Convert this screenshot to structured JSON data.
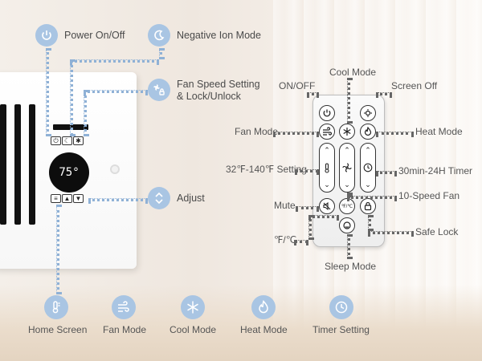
{
  "heater": {
    "display_temp": "75°"
  },
  "callouts": {
    "power": "Power On/Off",
    "negative_ion": "Negative Ion Mode",
    "fan_speed_line1": "Fan Speed Setting",
    "fan_speed_line2": "& Lock/Unlock",
    "adjust": "Adjust"
  },
  "remote": {
    "on_off": "ON/OFF",
    "cool_mode": "Cool Mode",
    "screen_off": "Screen Off",
    "fan_mode": "Fan Mode",
    "heat_mode": "Heat Mode",
    "temp_setting": "32℉-140℉ Setting",
    "timer": "30min-24H Timer",
    "ten_speed_fan": "10-Speed Fan",
    "mute": "Mute",
    "unit_toggle": "℉/℃",
    "safe_lock": "Safe Lock",
    "sleep_mode": "Sleep Mode",
    "unit_button": "℉/℃"
  },
  "bottom_modes": [
    {
      "label": "Home Screen",
      "icon": "thermometer-icon"
    },
    {
      "label": "Fan Mode",
      "icon": "fan-wind-icon"
    },
    {
      "label": "Cool Mode",
      "icon": "snowflake-icon"
    },
    {
      "label": "Heat Mode",
      "icon": "flame-icon"
    },
    {
      "label": "Timer Setting",
      "icon": "clock-icon"
    }
  ],
  "colors": {
    "accent": "#a9c5e3",
    "line": "#8fb1d6"
  }
}
